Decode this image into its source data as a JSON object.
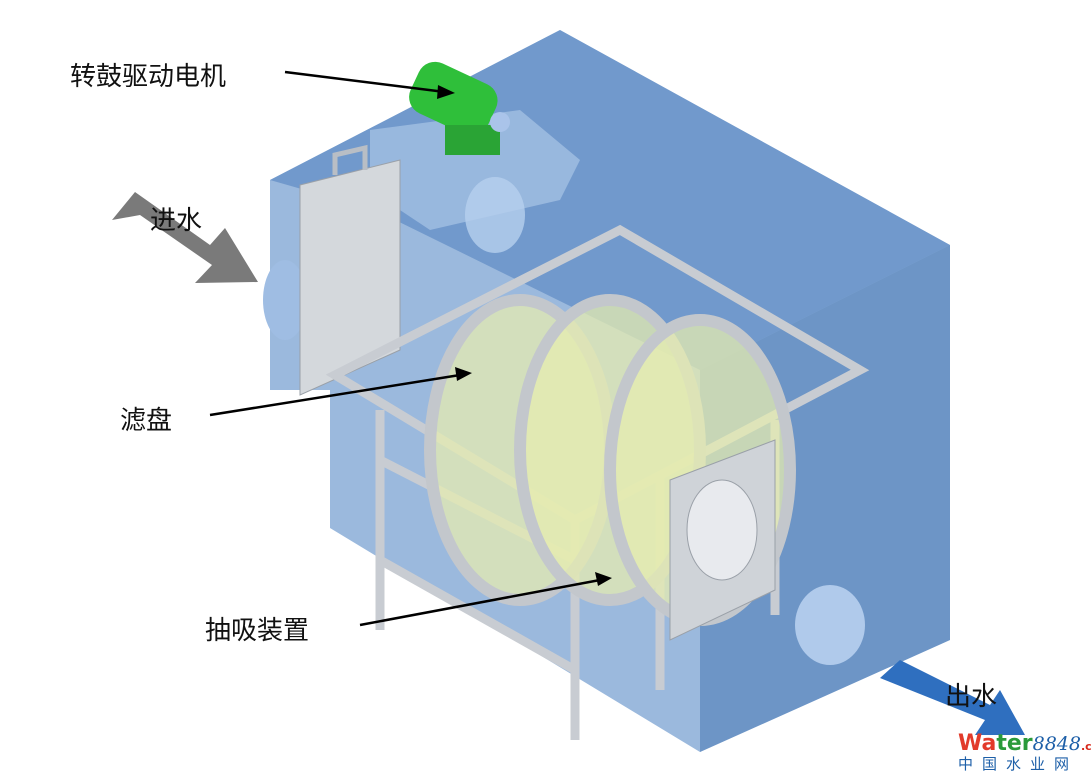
{
  "labels": {
    "motor": "转鼓驱动电机",
    "inlet": "进水",
    "filter_disc": "滤盘",
    "suction": "抽吸装置",
    "outlet": "出水"
  },
  "watermark": {
    "brand_a": "Wa",
    "brand_b": "ter",
    "brand_num": "8848",
    "brand_tld": ".com",
    "subtitle": "中国水业网"
  },
  "colors": {
    "tank": "#6f98cc",
    "motor": "#2fbf3a",
    "inlet_arrow": "#7a7a7a",
    "outlet_arrow": "#2f6fbf",
    "frame": "#c8ccd2",
    "disc": "#e6ecb0"
  }
}
